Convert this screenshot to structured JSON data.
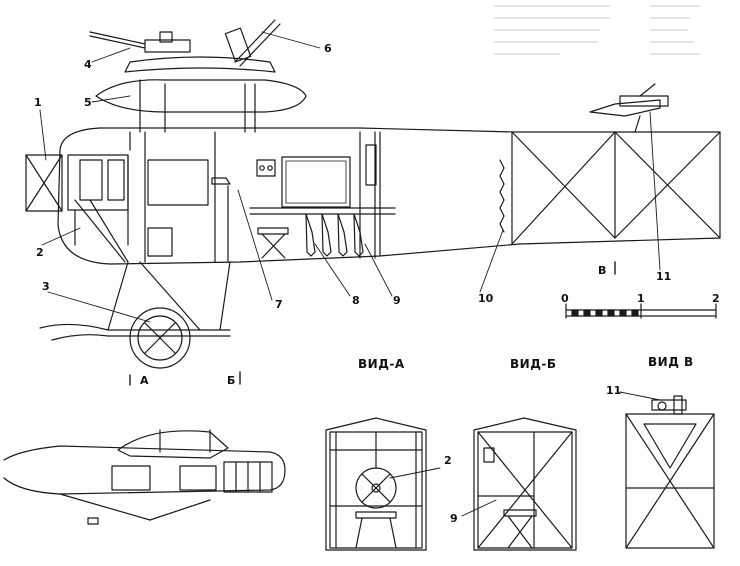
{
  "title": "",
  "callouts": [
    "1",
    "2",
    "3",
    "4",
    "5",
    "6",
    "7",
    "8",
    "9",
    "10",
    "11"
  ],
  "view_labels": {
    "a": "ВИД-А",
    "b": "ВИД-Б",
    "v": "ВИД В"
  },
  "section_markers": {
    "a": "А",
    "b": "Б",
    "v": "В"
  },
  "scale": {
    "ticks": [
      "0",
      "1",
      "2"
    ]
  },
  "view_callouts": {
    "a_item": "2",
    "b_item": "9",
    "v_item": "11"
  },
  "spec_table_rows": [
    "",
    "",
    "",
    "",
    ""
  ]
}
